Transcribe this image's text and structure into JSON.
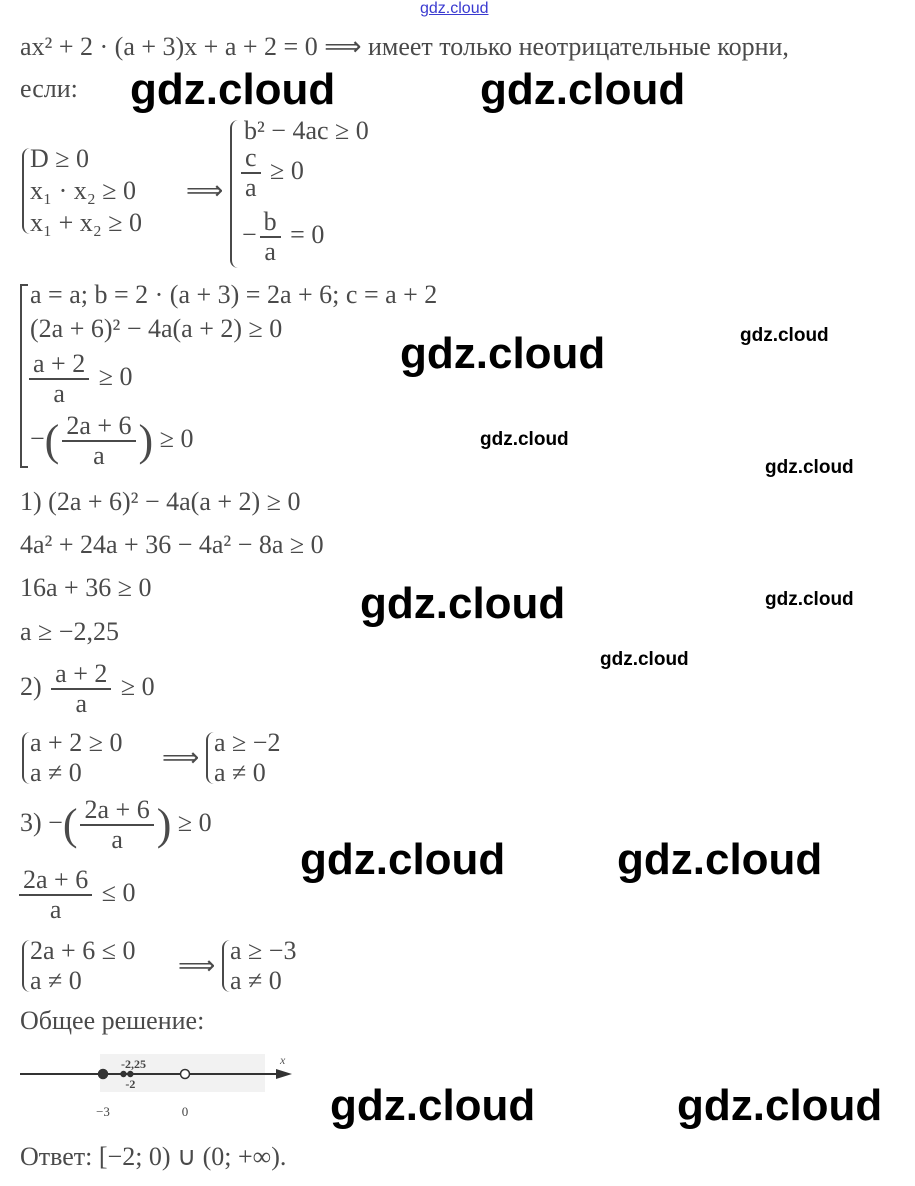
{
  "watermark": "gdz.cloud",
  "intro": {
    "line1": "ax² + 2 · (a + 3)x + a + 2 = 0 ⟹ имеет только неотрицательные корни,",
    "line2": "если:"
  },
  "system1": {
    "left": [
      "D ≥ 0",
      "x₁ · x₂ ≥ 0",
      "x₁ + x₂ ≥ 0"
    ],
    "arrow": "⟹",
    "right_row1": "b² − 4ac ≥ 0",
    "right_row2": {
      "num": "c",
      "den": "a",
      "rest": "≥ 0"
    },
    "right_row3": {
      "pre": "−",
      "num": "b",
      "den": "a",
      "rest": "= 0"
    }
  },
  "set1": {
    "row1": "a = a;  b = 2 · (a + 3) = 2a + 6;  c = a + 2",
    "row2": "(2a + 6)² − 4a(a + 2) ≥ 0",
    "row3": {
      "num": "a + 2",
      "den": "a",
      "rest": "≥ 0"
    },
    "row4": {
      "pre": "−",
      "num": "2a + 6",
      "den": "a",
      "rest": "≥ 0"
    }
  },
  "step1": {
    "lines": [
      "1) (2a + 6)² − 4a(a + 2) ≥ 0",
      "4a² + 24a + 36 − 4a² − 8a ≥ 0",
      "16a + 36 ≥ 0",
      "a ≥ −2,25"
    ]
  },
  "step2": {
    "label": "2)",
    "num": "a + 2",
    "den": "a",
    "rest": "≥ 0",
    "sys_left": [
      "a + 2 ≥ 0",
      "a ≠ 0"
    ],
    "arrow": "⟹",
    "sys_right": [
      "a ≥ −2",
      "a ≠ 0"
    ]
  },
  "step3": {
    "label": "3) −",
    "num": "2a + 6",
    "den": "a",
    "rest": "≥ 0",
    "line2": {
      "num": "2a + 6",
      "den": "a",
      "rest": "≤ 0"
    },
    "sys_left": [
      "2a + 6 ≤ 0",
      "a ≠ 0"
    ],
    "arrow": "⟹",
    "sys_right": [
      "a ≥ −3",
      "a ≠ 0"
    ]
  },
  "general": "Общее решение:",
  "number_line": {
    "axis_label": "x",
    "points": [
      {
        "value": -3,
        "label": "−3",
        "filled": true
      },
      {
        "value": -2.25,
        "label": "-2,25",
        "filled": true
      },
      {
        "value": -2,
        "label": "-2",
        "filled": true
      },
      {
        "value": 0,
        "label": "0",
        "filled": false
      }
    ]
  },
  "answer": "Ответ: [−2; 0) ∪ (0; +∞)."
}
